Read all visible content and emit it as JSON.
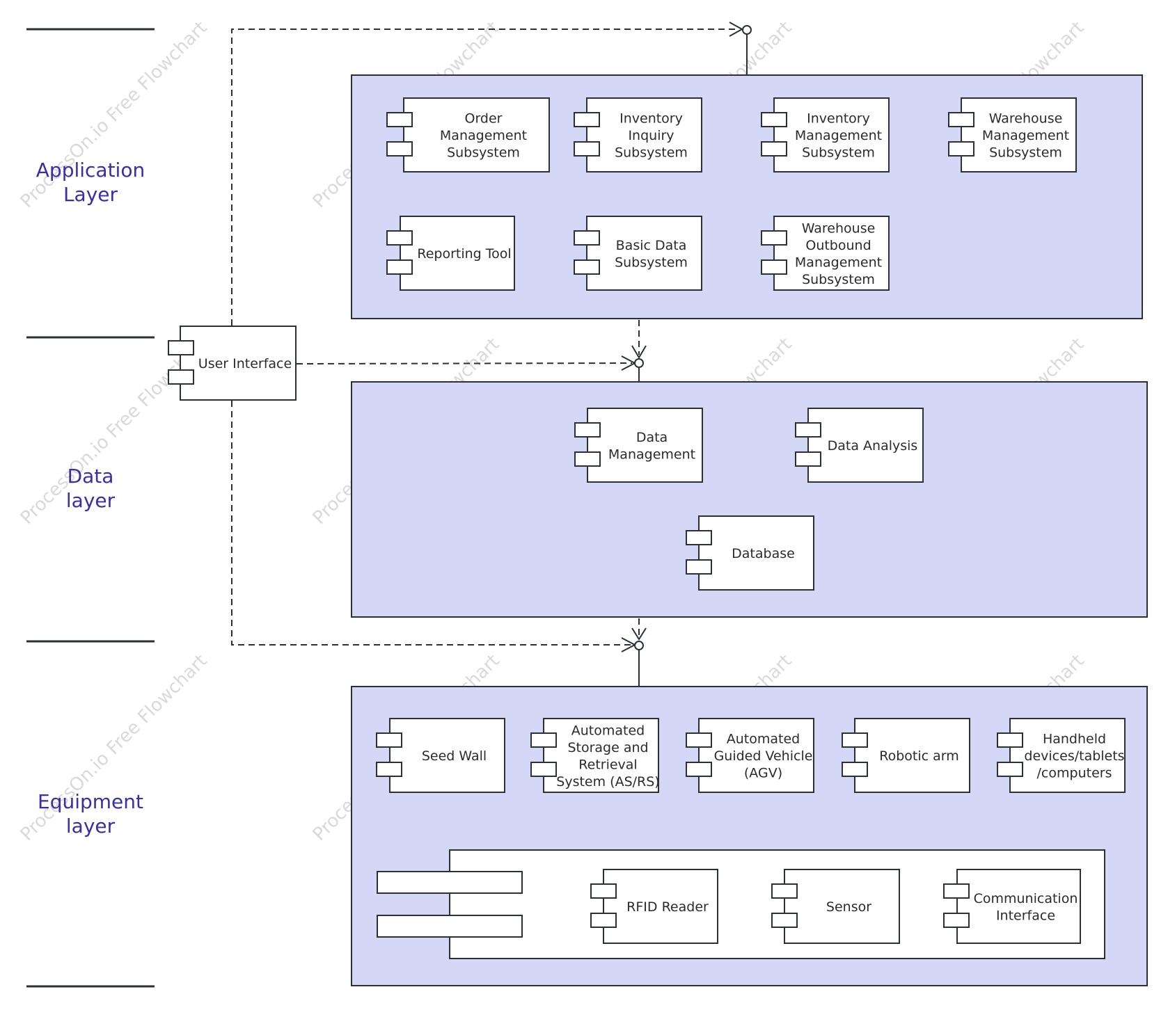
{
  "colors": {
    "layer_fill": "#d5d7f7",
    "stroke": "#2b2f36",
    "layer_label": "#3a2ea6",
    "component_fill": "#ffffff",
    "watermark": "#d9d9d9"
  },
  "watermark": "ProcessOn.io Free Flowchart",
  "layers": [
    {
      "name": "Application Layer"
    },
    {
      "name": "Data layer"
    },
    {
      "name": "Equipment layer"
    }
  ],
  "components": {
    "user_interface": "User Interface",
    "order_management": "Order Management Subsystem",
    "inventory_inquiry": "Inventory Inquiry Subsystem",
    "inventory_management": "Inventory Management Subsystem",
    "warehouse_management": "Warehouse Management Subsystem",
    "reporting_tool": "Reporting Tool",
    "basic_data": "Basic Data Subsystem",
    "warehouse_outbound": "Warehouse Outbound Management Subsystem",
    "data_management": "Data Management",
    "data_analysis": "Data Analysis",
    "database": "Database",
    "seed_wall": "Seed Wall",
    "asrs": "Automated Storage and Retrieval System (AS/RS)",
    "agv": "Automated Guided Vehicle (AGV)",
    "robotic_arm": "Robotic arm",
    "handheld": "Handheld devices/tablets /computers",
    "rfid_reader": "RFID Reader",
    "sensor": "Sensor",
    "communication_interface": "Communication Interface"
  }
}
